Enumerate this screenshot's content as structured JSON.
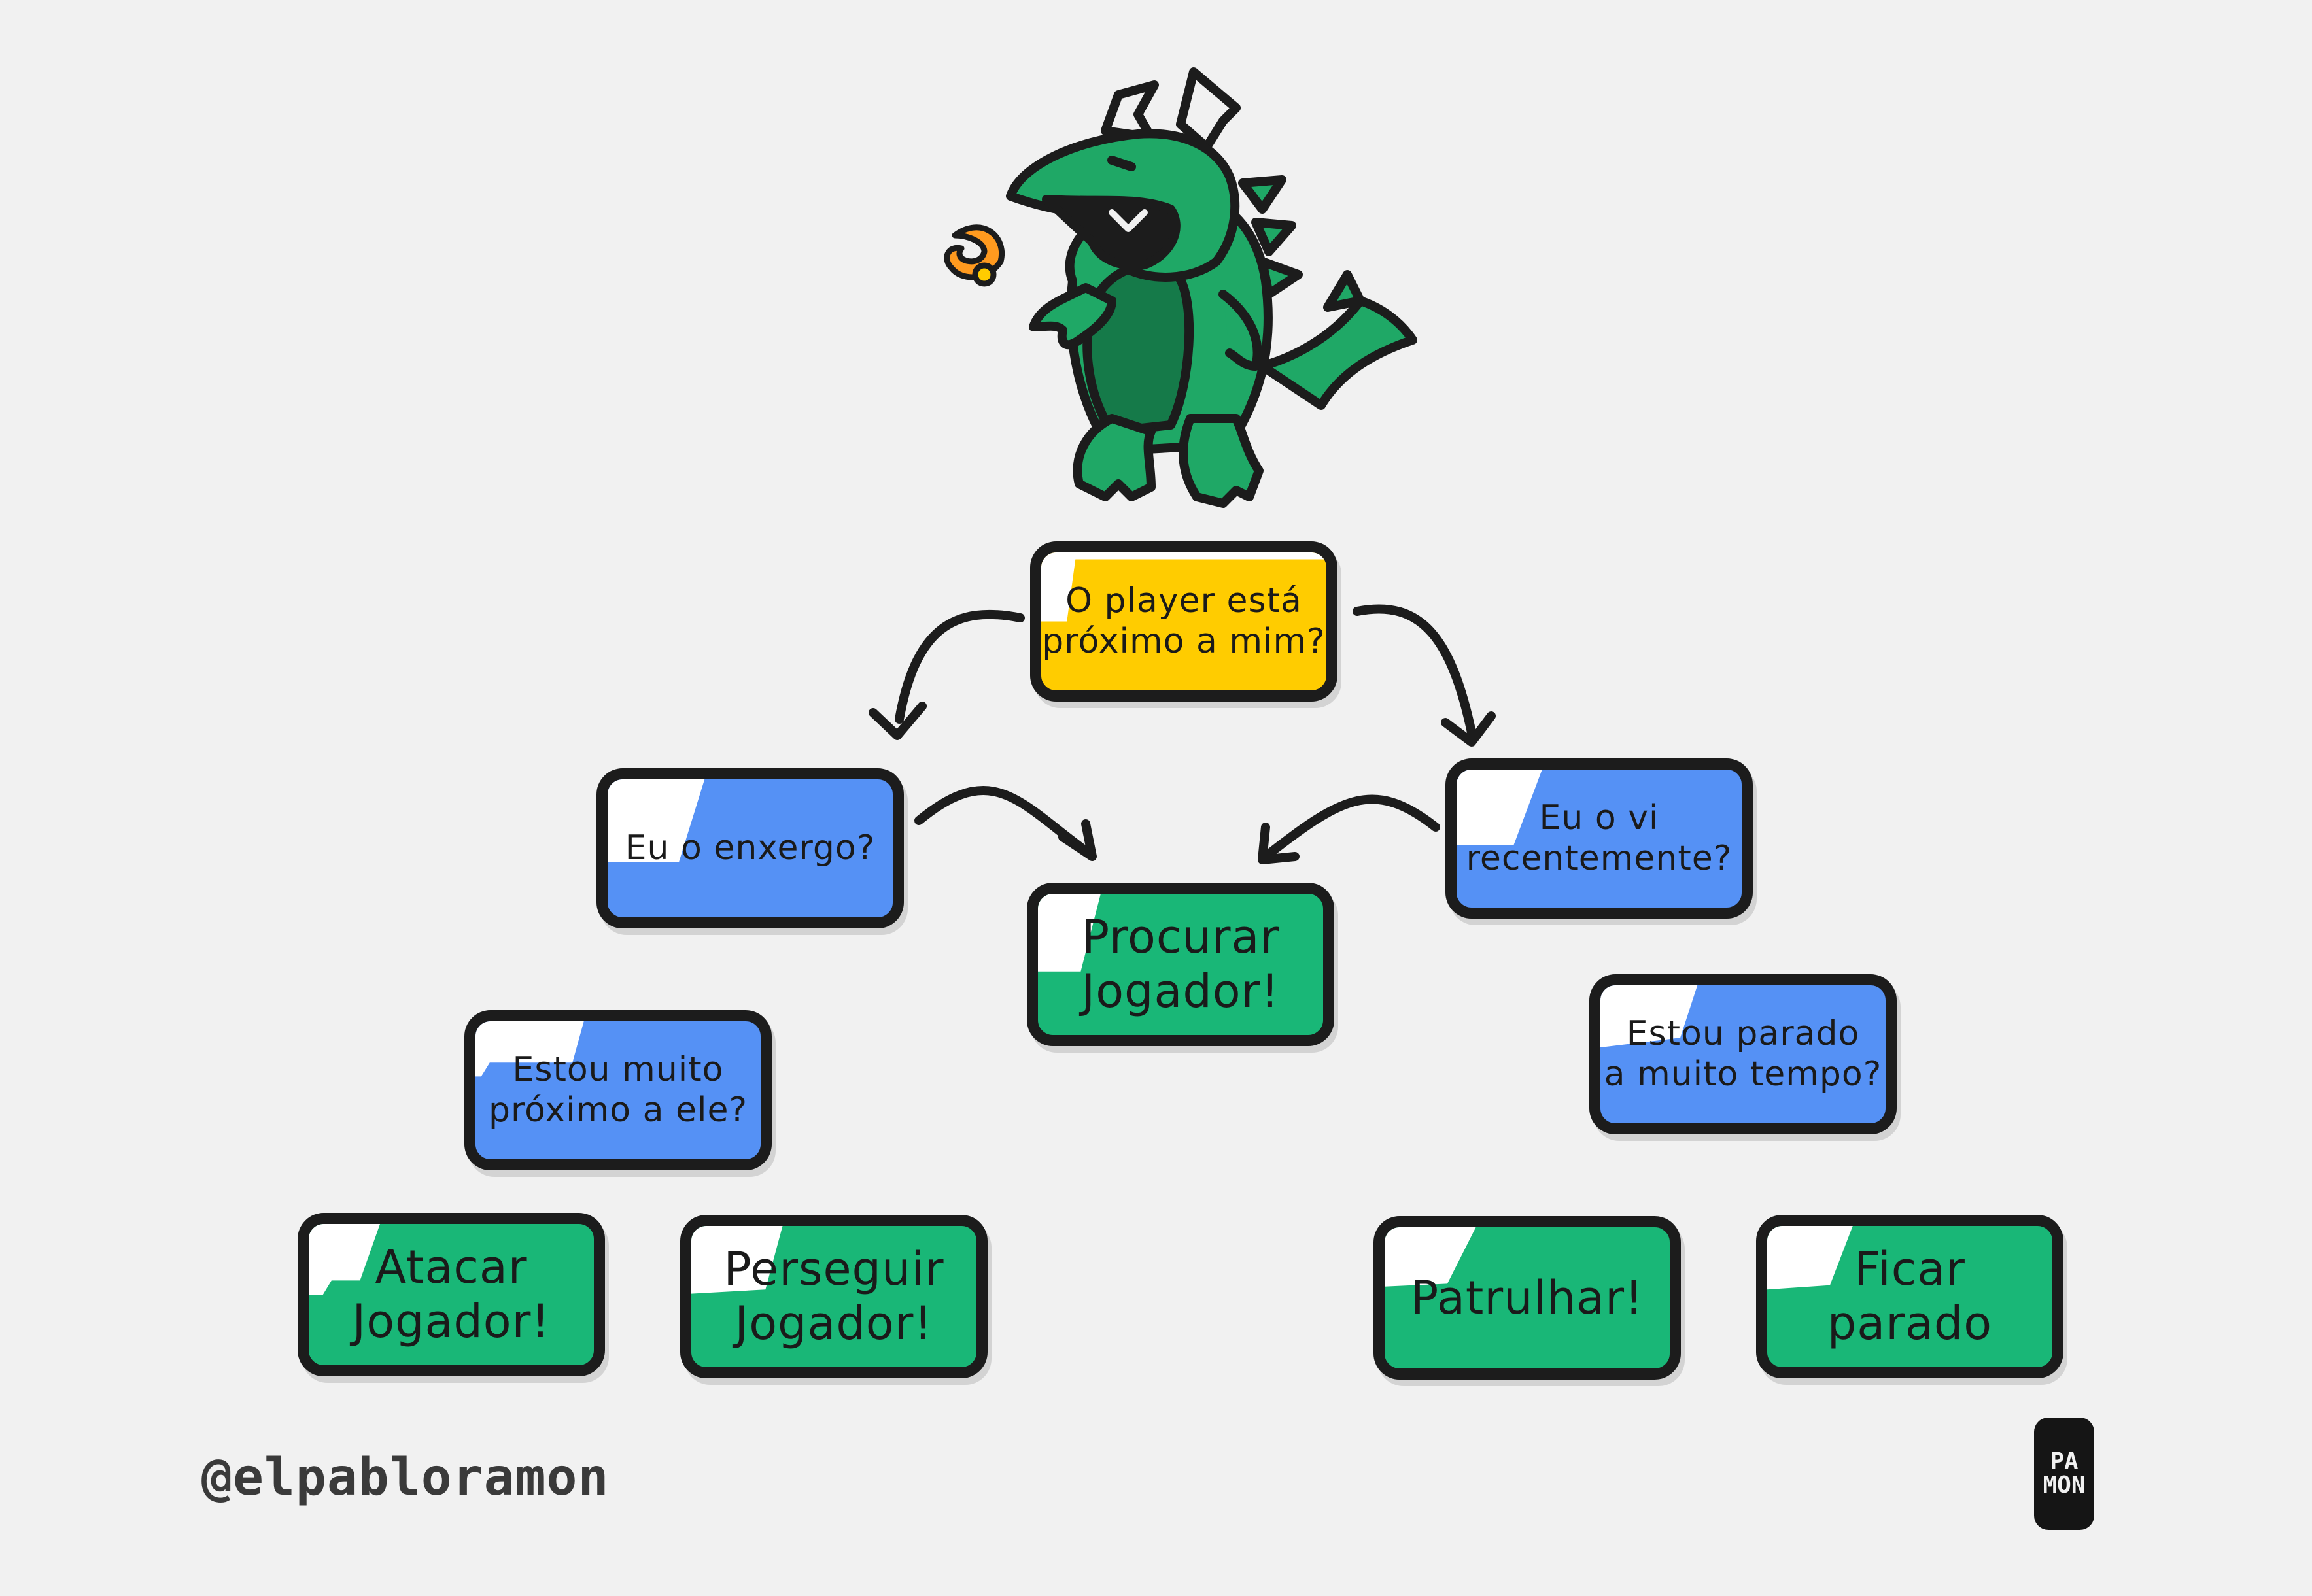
{
  "diagram": {
    "nodes": [
      {
        "id": "root",
        "kind": "question",
        "text": "O player está\npróximo a mim?"
      },
      {
        "id": "see",
        "kind": "question",
        "text": "Eu o enxergo?"
      },
      {
        "id": "seen_recently",
        "kind": "question",
        "text": "Eu o vi\nrecentemente?"
      },
      {
        "id": "search",
        "kind": "action",
        "text": "Procurar\nJogador!"
      },
      {
        "id": "too_close",
        "kind": "question",
        "text": "Estou muito\npróximo a ele?"
      },
      {
        "id": "idle_long",
        "kind": "question",
        "text": "Estou parado\na muito tempo?"
      },
      {
        "id": "attack",
        "kind": "action",
        "text": "Atacar\nJogador!"
      },
      {
        "id": "chase",
        "kind": "action",
        "text": "Perseguir\nJogador!"
      },
      {
        "id": "patrol",
        "kind": "action",
        "text": "Patrulhar!"
      },
      {
        "id": "stand",
        "kind": "action",
        "text": "Ficar parado"
      }
    ],
    "edges": [
      {
        "from": "root",
        "to": "see"
      },
      {
        "from": "root",
        "to": "seen_recently"
      },
      {
        "from": "see",
        "to": "search"
      },
      {
        "from": "seen_recently",
        "to": "search"
      }
    ],
    "colors": {
      "background": "#f1f1f1",
      "question_root": "#ffcc00",
      "question": "#5591f5",
      "action": "#19b777",
      "outline": "#1c1c1c",
      "monster": "#1fa866",
      "monster_dark": "#157a49"
    },
    "illustration": {
      "character": "monster-icon",
      "fire": "fire-icon"
    }
  },
  "credit": "@elpabloramon",
  "signature_logo": "PA MON"
}
